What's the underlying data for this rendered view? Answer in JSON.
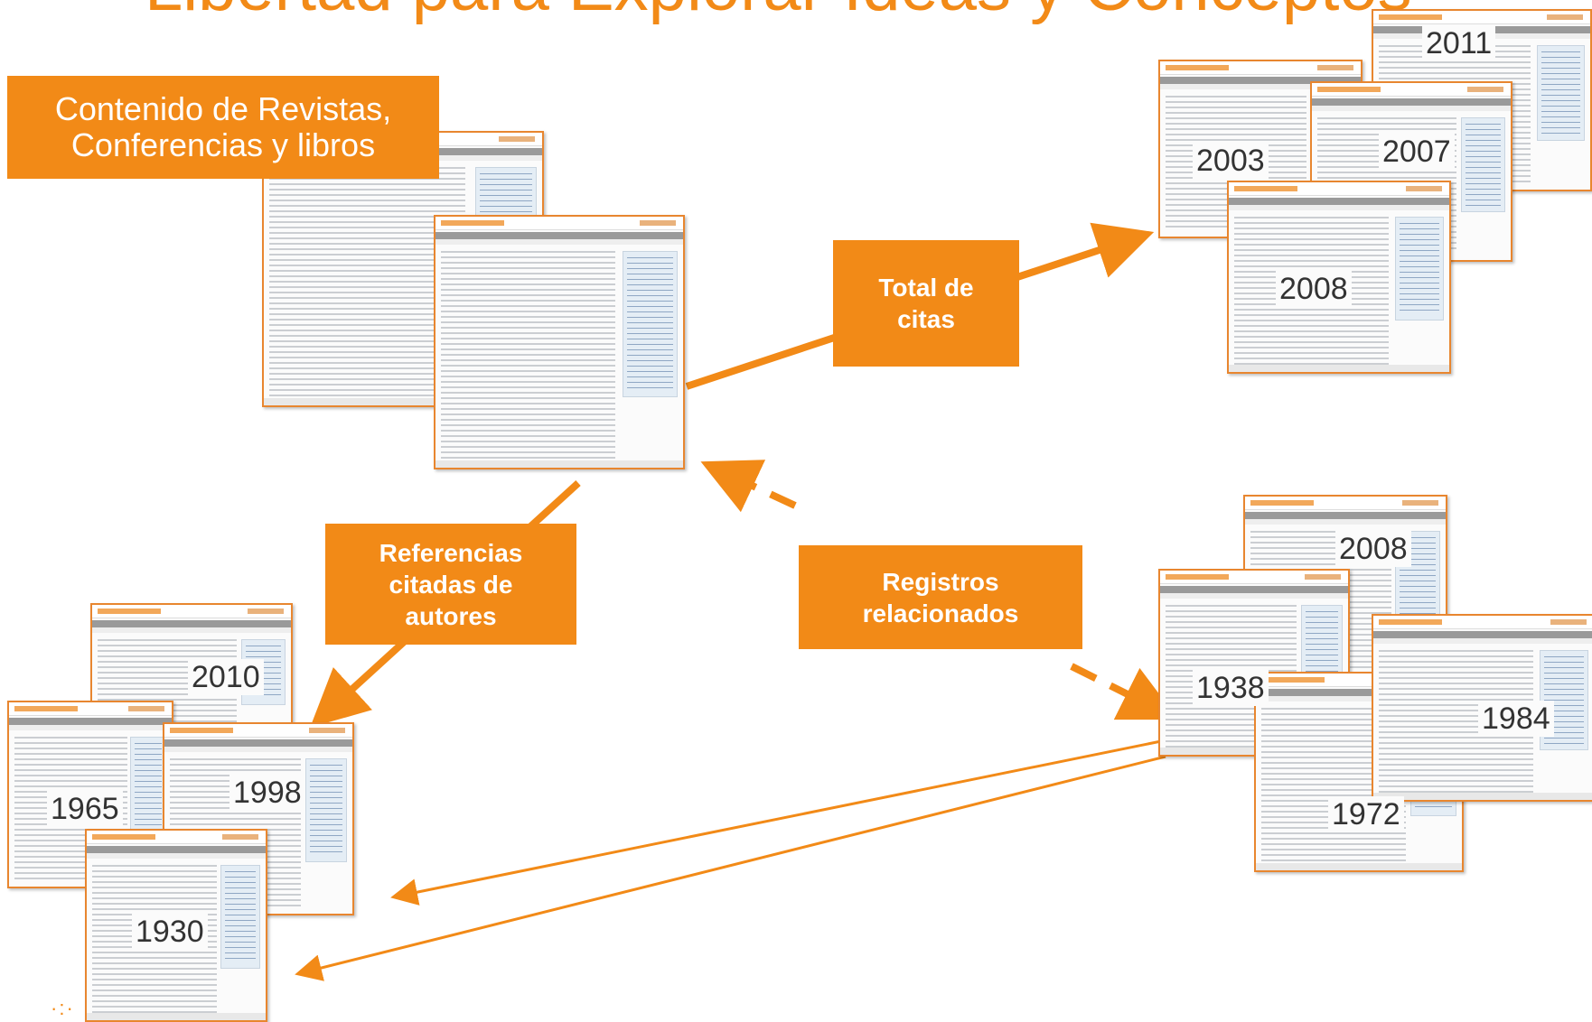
{
  "title": "Libertad para Explorar Ideas y Conceptos",
  "labels": {
    "contenido": "Contenido de Revistas, Conferencias y libros",
    "total_citas": "Total de citas",
    "referencias": "Referencias citadas de autores",
    "registros": "Registros relacionados"
  },
  "years": {
    "y2011": "2011",
    "y2003": "2003",
    "y2007": "2007",
    "y2008a": "2008",
    "y2008b": "2008",
    "y2010": "2010",
    "y1965": "1965",
    "y1998": "1998",
    "y1930": "1930",
    "y1938": "1938",
    "y1984": "1984",
    "y1972": "1972"
  },
  "colors": {
    "accent": "#f28a17",
    "thumb_border": "#e8862f"
  }
}
